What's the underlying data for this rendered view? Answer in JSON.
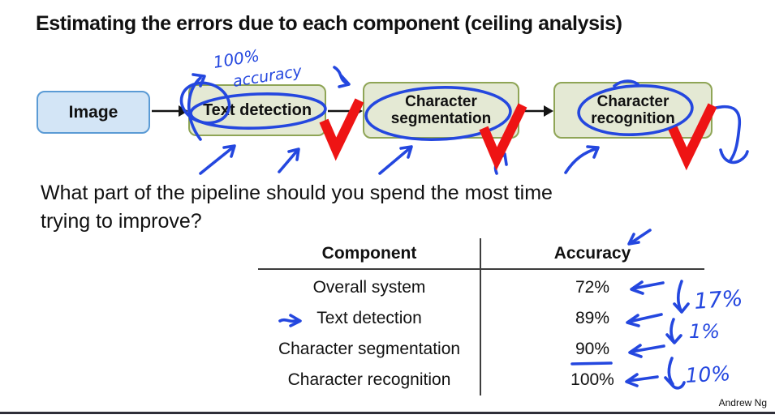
{
  "slide": {
    "title": "Estimating the errors due to each component (ceiling analysis)",
    "question_line1": "What part of the pipeline should you spend the most time",
    "question_line2": "trying to improve?",
    "author": "Andrew Ng"
  },
  "pipeline": {
    "boxes": [
      {
        "label": "Image"
      },
      {
        "label": "Text detection"
      },
      {
        "label": "Character segmentation"
      },
      {
        "label": "Character recognition"
      }
    ]
  },
  "table": {
    "headers": {
      "component": "Component",
      "accuracy": "Accuracy"
    },
    "rows": [
      {
        "component": "Overall system",
        "accuracy": "72%"
      },
      {
        "component": "Text detection",
        "accuracy": "89%"
      },
      {
        "component": "Character segmentation",
        "accuracy": "90%"
      },
      {
        "component": "Character recognition",
        "accuracy": "100%"
      }
    ]
  },
  "annotations": {
    "accuracy_note_value": "100%",
    "accuracy_note_word": "accuracy",
    "delta_1": "17%",
    "delta_2": "1%",
    "delta_3": "10%"
  },
  "colors": {
    "ink_blue": "#2447df",
    "check_red": "#ee1414",
    "arrow_black": "#141414",
    "image_box_fill": "#d3e5f6",
    "image_box_border": "#5b9bd5",
    "stage_box_fill": "#e4e9d4",
    "stage_box_border": "#8fa556",
    "table_line": "#3d3d3d",
    "footer_bar": "#2e2e38"
  }
}
